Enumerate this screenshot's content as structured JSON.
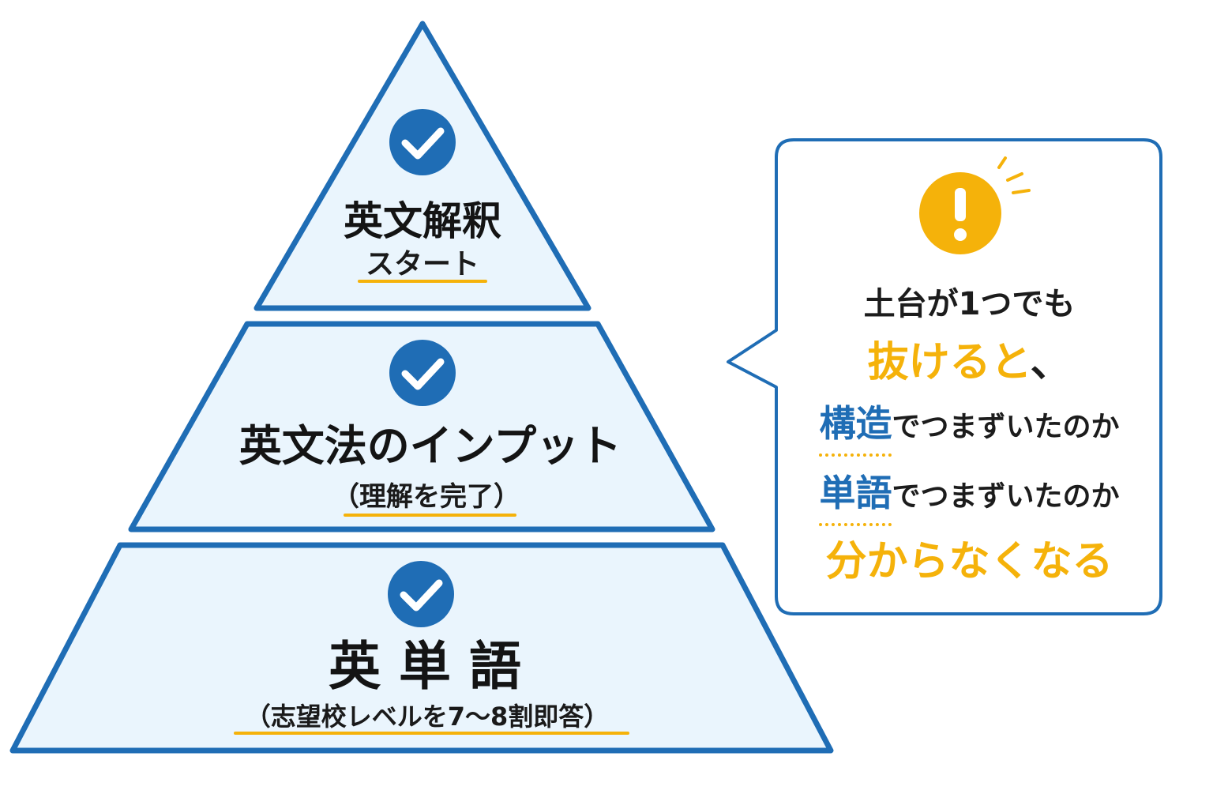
{
  "colors": {
    "outline": "#1f6db5",
    "fill": "#eaf5fd",
    "check": "#1f6db5",
    "accent": "#f5b20a",
    "text": "#141414"
  },
  "tiers": [
    {
      "title": "英文解釈",
      "subtitle": "スタート",
      "icon": "check-circle-icon"
    },
    {
      "title": "英文法のインプット",
      "subtitle": "（理解を完了）",
      "icon": "check-circle-icon"
    },
    {
      "title": "英 単 語",
      "subtitle": "（志望校レベルを7〜8割即答）",
      "icon": "check-circle-icon"
    }
  ],
  "callout": {
    "icon": "exclamation-icon",
    "line1": "土台が1つでも",
    "line2_highlight": "抜けると",
    "line2_rest": "、",
    "line3_keyword": "構造",
    "line3_rest": "でつまずいたのか",
    "line4_keyword": "単語",
    "line4_rest": "でつまずいたのか",
    "line5": "分からなくなる"
  }
}
